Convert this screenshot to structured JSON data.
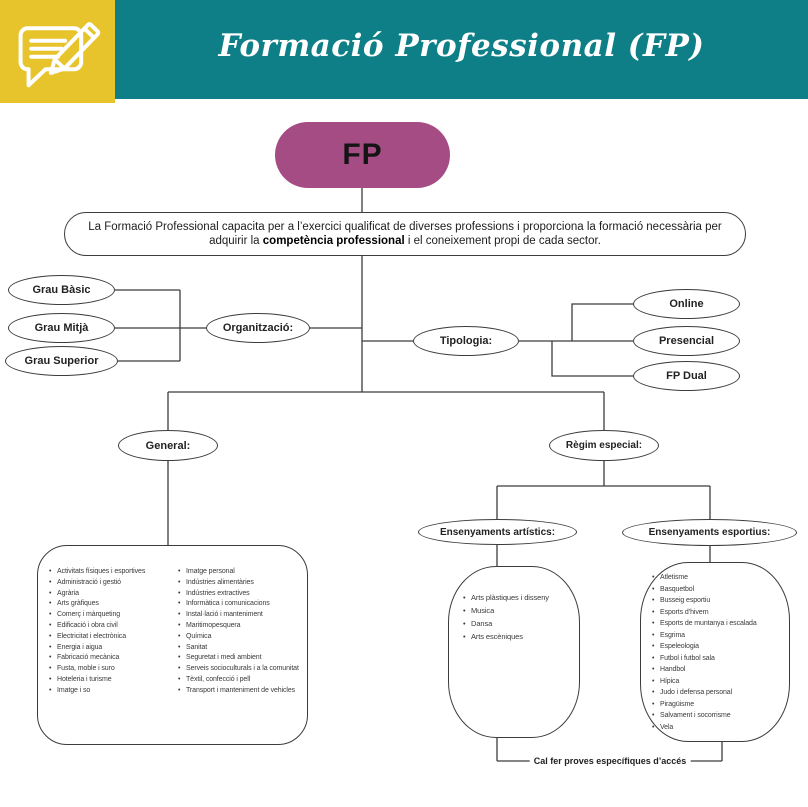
{
  "header": {
    "title": "Formació Professional (FP)",
    "icon": "chat-pencil-icon",
    "colors": {
      "banner_teal": "#0E7F86",
      "icon_yellow": "#E7C32C"
    }
  },
  "root": {
    "label": "FP",
    "color": "#A54C85"
  },
  "description": {
    "part1": "La Formació Professional capacita per a l’exercici qualificat de diverses professions i proporciona la formació necessària per adquirir la ",
    "bold": "competència professional",
    "part2": " i el coneixement propi de cada sector."
  },
  "organitzacio": {
    "label": "Organització:",
    "children": [
      "Grau Bàsic",
      "Grau Mitjà",
      "Grau Superior"
    ]
  },
  "tipologia": {
    "label": "Tipologia:",
    "children": [
      "Online",
      "Presencial",
      "FP Dual"
    ]
  },
  "general": {
    "label": "General:",
    "families_col1": [
      "Activitats físiques i esportives",
      "Administració i gestió",
      "Agrària",
      "Arts gràfiques",
      "Comerç i màrqueting",
      "Edificació i obra civil",
      "Electricitat i electrònica",
      "Energia i aigua",
      "Fabricació mecànica",
      "Fusta, moble i suro",
      "Hoteleria i turisme",
      "Imatge i so"
    ],
    "families_col2": [
      "Imatge personal",
      "Indústries alimentàries",
      "Indústries extractives",
      "Informàtica i comunicacions",
      "Instal·lació i manteniment",
      "Maritimopesquera",
      "Química",
      "Sanitat",
      "Seguretat i medi ambient",
      "Serveis socioculturals i a la comunitat",
      "Tèxtil, confecció i pell",
      "Transport i manteniment de vehicles"
    ]
  },
  "regim_especial": {
    "label": "Règim especial:",
    "artistics": {
      "label": "Ensenyaments artístics:",
      "items": [
        "Arts plàstiques i disseny",
        "Musica",
        "Dansa",
        "Arts escèniques"
      ]
    },
    "esportius": {
      "label": "Ensenyaments esportius:",
      "items": [
        "Atletisme",
        "Basquetbol",
        "Busseig esportiu",
        "Esports d’hivern",
        "Esports de muntanya i escalada",
        "Esgrima",
        "Espeleologia",
        "Futbol i futbol sala",
        "Handbol",
        "Hípica",
        "Judo i defensa personal",
        "Piragüisme",
        "Salvament i socorrisme",
        "Vela"
      ]
    },
    "footnote": "Cal fer proves específiques d’accés"
  }
}
